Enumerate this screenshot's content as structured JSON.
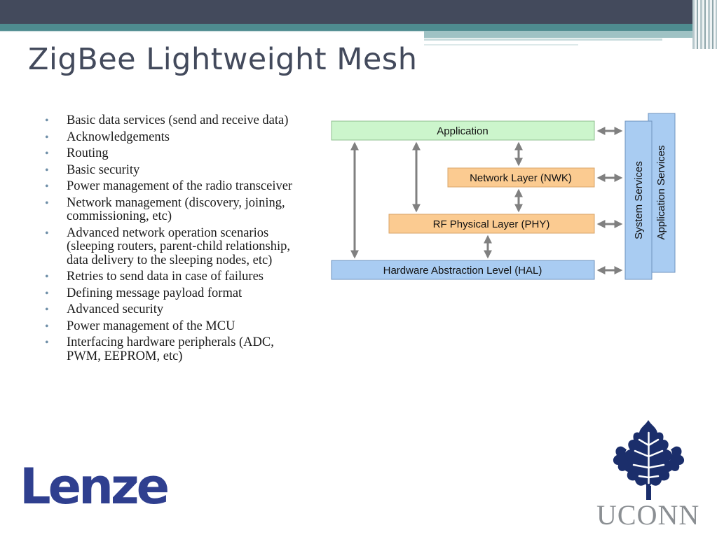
{
  "title": "ZigBee Lightweight Mesh",
  "bullets": [
    "Basic data services (send and receive data)",
    "Acknowledgements",
    "Routing",
    "Basic security",
    "Power management of the radio transceiver",
    "Network management (discovery, joining, commissioning, etc)",
    "Advanced network operation scenarios (sleeping routers, parent-child relationship, data delivery to the sleeping nodes, etc)",
    "Retries to send data in case of failures",
    "Defining message payload format",
    "Advanced security",
    "Power management of the MCU",
    "Interfacing hardware peripherals (ADC, PWM, EEPROM, etc)"
  ],
  "diagram": {
    "application": "Application",
    "nwk": "Network Layer (NWK)",
    "phy": "RF Physical Layer (PHY)",
    "hal": "Hardware Abstraction Level (HAL)",
    "system_services": "System Services",
    "application_services": "Application Services"
  },
  "logos": {
    "lenze": "Lenze",
    "uconn": "UCONN"
  }
}
